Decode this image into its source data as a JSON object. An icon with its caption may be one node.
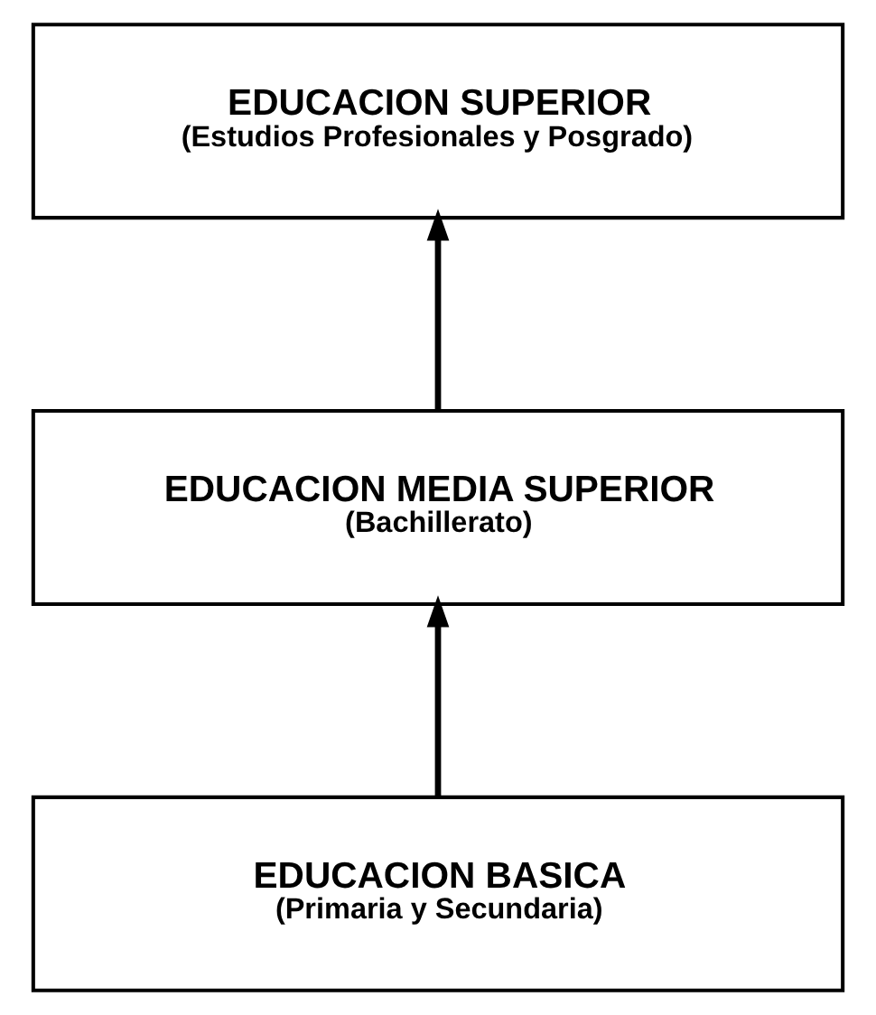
{
  "diagram": {
    "nodes": [
      {
        "text": [
          "EDUCACION SUPERIOR",
          "(Estudios Profesionales y Posgrado)"
        ]
      },
      {
        "text": [
          "EDUCACION MEDIA SUPERIOR",
          "(Bachillerato)"
        ]
      },
      {
        "text": [
          "EDUCACION BASICA",
          "(Primaria y Secundaria)"
        ]
      }
    ],
    "edges": [
      {
        "from": 2,
        "to": 1,
        "arrow": "to"
      },
      {
        "from": 1,
        "to": 0,
        "arrow": "to"
      }
    ]
  }
}
